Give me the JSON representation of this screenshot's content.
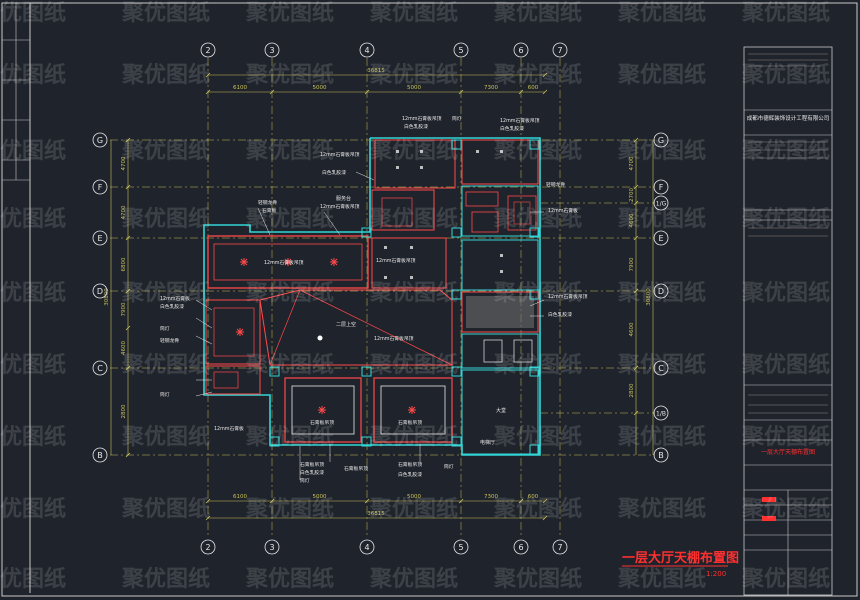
{
  "drawing": {
    "title": "一层大厅天棚布置图",
    "scale": "1:200",
    "company": "成都市德辉装饰设计工程有限公司",
    "legend_text": "一层大厅天棚布置图",
    "watermark": "聚优图纸"
  },
  "grid": {
    "columns": [
      "2",
      "3",
      "4",
      "5",
      "6",
      "7"
    ],
    "rows": [
      "G",
      "F",
      "E",
      "D",
      "C",
      "B"
    ],
    "extra_rows": [
      "1/G",
      "1/B"
    ],
    "top_dims": [
      "6100",
      "5000",
      "5000",
      "7300",
      "600"
    ],
    "top_total": "36815",
    "bottom_dims": [
      "6100",
      "5000",
      "5000",
      "7300",
      "600"
    ],
    "bottom_total": "36815",
    "left_dims": [
      "4700",
      "4700",
      "6800",
      "7900",
      "4600",
      "2800"
    ],
    "left_total": "30800",
    "right_dims": [
      "4700",
      "2700",
      "4600",
      "7900",
      "4600",
      "2800"
    ],
    "right_total": "30800"
  },
  "rooms": {
    "hall": "二层上空",
    "corner_room": "服务台",
    "big_room": "大堂",
    "side_room": "电梯厅"
  },
  "notes": {
    "top_note_1": "12mm石膏板吊顶",
    "top_note_2": "白色乳胶漆",
    "top_note_3": "筒灯",
    "side_note_1": "轻钢龙骨",
    "side_note_2": "石膏板",
    "side_note_3": "12mm石膏板",
    "side_note_4": "白色乳胶漆",
    "bottom_note_1": "石膏板吊顶",
    "bottom_note_2": "白色乳胶漆",
    "bottom_note_3": "筒灯"
  },
  "colors": {
    "background": "#1f232b",
    "grid": "#c9c25a",
    "wall": "#ff4a4a",
    "cyan": "#33d6d6",
    "white": "#e8e8e8",
    "title_red": "#ff3030"
  }
}
